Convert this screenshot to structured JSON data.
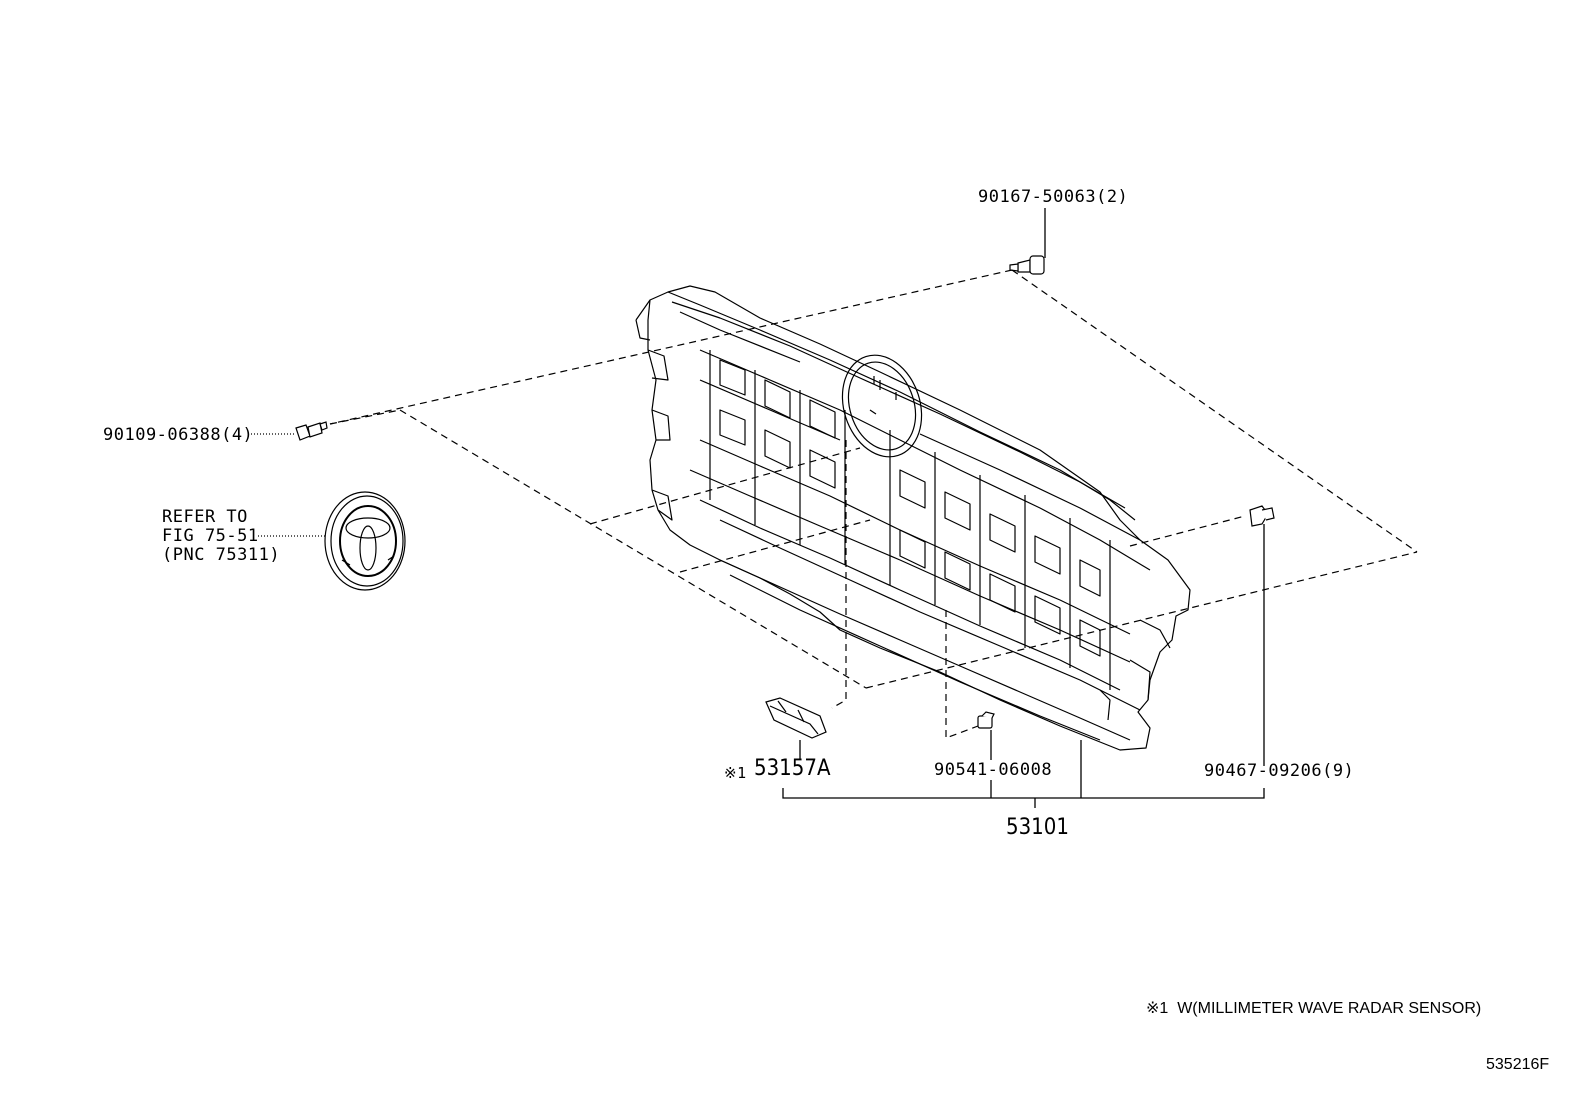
{
  "labels": {
    "bolt_top": "90167-50063(2)",
    "bolt_left": "90109-06388(4)",
    "refer_line1": "REFER TO",
    "refer_line2": "FIG 75-51",
    "refer_line3": "(PNC 75311)",
    "mark_prefix": "※1",
    "sensor_cover": "53157A",
    "screw_center": "90541-06008",
    "clip_right": "90467-09206(9)",
    "assembly": "53101"
  },
  "footnote": "※1  W(MILLIMETER WAVE RADAR SENSOR)",
  "drawing_code": "535216F"
}
